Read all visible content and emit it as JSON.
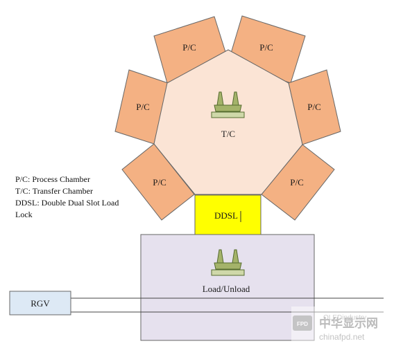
{
  "chambers": {
    "transfer_label": "T/C",
    "process_label": "P/C",
    "ddsl_label": "DDSL",
    "load_unload_label": "Load/Unload",
    "rgv_label": "RGV"
  },
  "legend": [
    "P/C: Process Chamber",
    "T/C: Transfer Chamber",
    "DDSL: Double Dual Slot Load",
    "Lock"
  ],
  "watermark": {
    "logo_text": "FPD",
    "brand_cn": "中华显示网",
    "url": "chinafpd.net",
    "overlay_text": "OLEDindustry"
  },
  "colors": {
    "transfer_fill": "#fbe4d5",
    "process_fill": "#f4b183",
    "ddsl_fill": "#ffff00",
    "load_fill": "#e6e1ee",
    "rgv_fill": "#dde9f5",
    "stroke": "#555555"
  }
}
